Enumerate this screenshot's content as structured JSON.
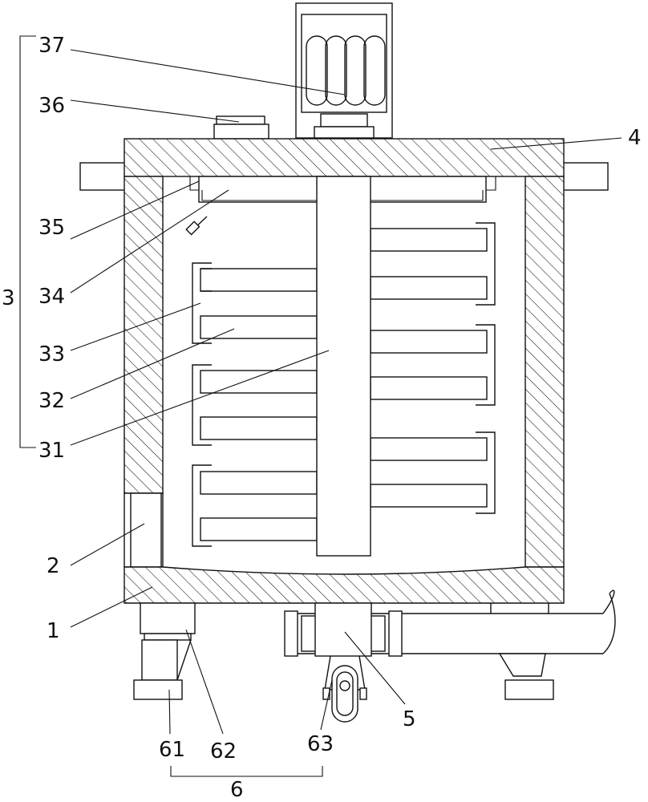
{
  "labels": {
    "l37": "37",
    "l36": "36",
    "l4": "4",
    "l35": "35",
    "l34": "34",
    "l3": "3",
    "l33": "33",
    "l32": "32",
    "l31": "31",
    "l2": "2",
    "l1": "1",
    "l5": "5",
    "l61": "61",
    "l62": "62",
    "l63": "63",
    "l6": "6"
  },
  "colors": {
    "line": "#111111",
    "background": "#ffffff"
  }
}
